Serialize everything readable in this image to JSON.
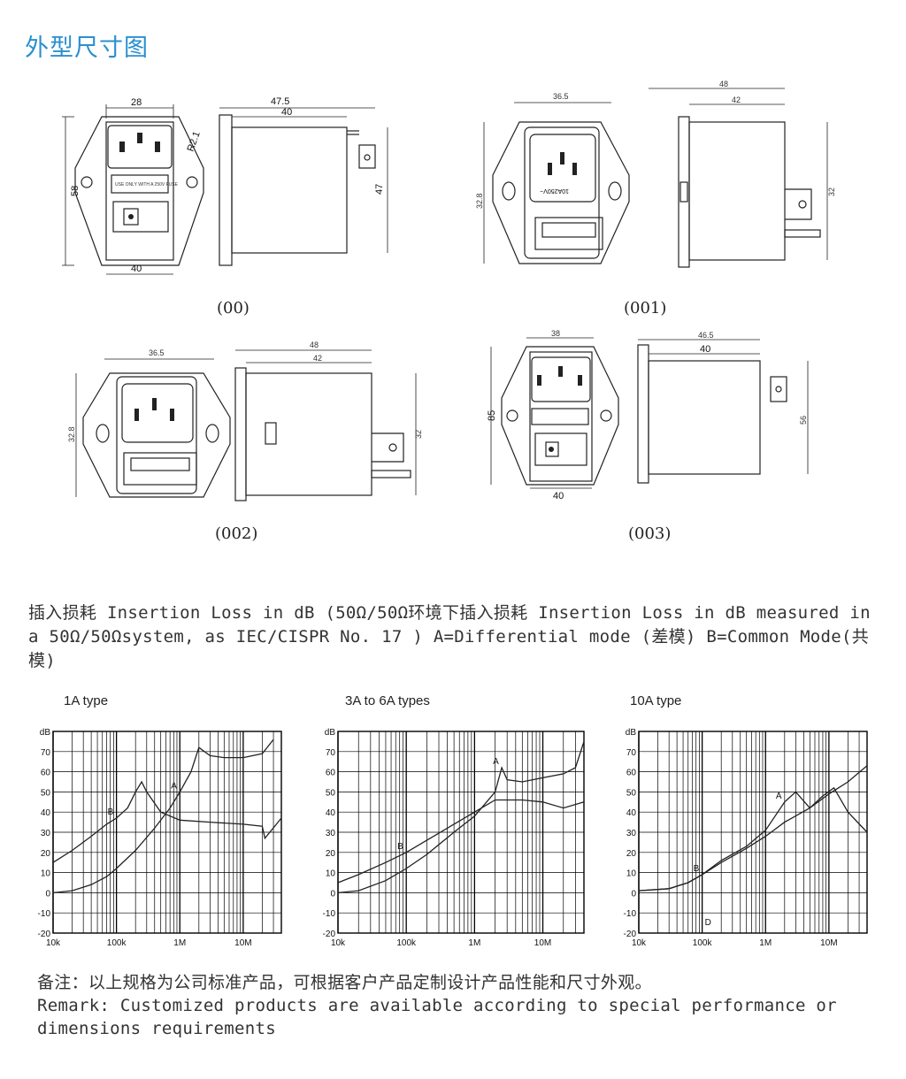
{
  "page_title": "外型尺寸图",
  "drawings": [
    {
      "caption": "(00)",
      "dims": {
        "w_front": "28",
        "w_side_total": "47.5",
        "w_side_body": "40",
        "h_flange": "58",
        "h_body": "47",
        "radius": "R2.1",
        "w_bottom": "40"
      }
    },
    {
      "caption": "(001)",
      "dims": {
        "w_front": "36.5",
        "w_side_total": "48",
        "w_side_body": "42",
        "h_front": "32.8",
        "h_side": "32"
      }
    },
    {
      "caption": "(002)",
      "dims": {
        "w_front": "36.5",
        "w_side_total": "48",
        "w_side_body": "42",
        "h_front": "32.8",
        "h_side": "32"
      }
    },
    {
      "caption": "(003)",
      "dims": {
        "w_front": "38",
        "h_front": "85",
        "w_bottom": "40",
        "w_side_total": "46.5",
        "w_side_body": "40",
        "h_side": "56"
      }
    }
  ],
  "labels": {
    "fuse_text": "USE ONLY WITH A 250V FUSE",
    "rating_text": "10A250V~"
  },
  "insertion_loss_text": "插入损耗 Insertion Loss in dB (50Ω/50Ω环境下插入损耗 Insertion Loss in dB measured in a 50Ω/50Ωsystem, as IEC/CISPR No. 17 ) A=Differential mode (差模) B=Common Mode(共模)",
  "chart_data": [
    {
      "type": "line",
      "title": "1A type",
      "ylabel": "dB",
      "x_scale": "log",
      "xlim": [
        "10k",
        "40M"
      ],
      "x_ticks": [
        "10k",
        "100k",
        "1M",
        "10M"
      ],
      "ylim": [
        -20,
        80
      ],
      "y_ticks": [
        "70",
        "60",
        "50",
        "40",
        "30",
        "20",
        "10",
        "0",
        "-10",
        "-20"
      ],
      "grid": true,
      "series": [
        {
          "name": "A",
          "x_hz": [
            10000,
            20000,
            40000,
            70000,
            100000,
            200000,
            400000,
            700000,
            1000000,
            1500000,
            2000000,
            3000000,
            5000000,
            10000000,
            20000000,
            30000000
          ],
          "values": [
            0,
            1,
            4,
            8,
            12,
            21,
            32,
            42,
            50,
            60,
            72,
            68,
            67,
            67,
            69,
            76
          ]
        },
        {
          "name": "B",
          "x_hz": [
            10000,
            20000,
            40000,
            70000,
            100000,
            150000,
            200000,
            250000,
            300000,
            500000,
            1000000,
            3000000,
            10000000,
            20000000,
            22000000,
            40000000
          ],
          "values": [
            15,
            21,
            28,
            34,
            37,
            42,
            50,
            55,
            50,
            40,
            36,
            35,
            34,
            33,
            27,
            37
          ]
        }
      ]
    },
    {
      "type": "line",
      "title": "3A to 6A types",
      "ylabel": "dB",
      "x_scale": "log",
      "xlim": [
        "10k",
        "40M"
      ],
      "x_ticks": [
        "10k",
        "100k",
        "1M",
        "10M"
      ],
      "ylim": [
        -20,
        80
      ],
      "y_ticks": [
        "70",
        "60",
        "50",
        "40",
        "30",
        "20",
        "10",
        "0",
        "-10",
        "-20"
      ],
      "grid": true,
      "series": [
        {
          "name": "A",
          "x_hz": [
            10000,
            20000,
            50000,
            100000,
            200000,
            500000,
            1000000,
            2000000,
            2500000,
            3000000,
            5000000,
            10000000,
            20000000,
            30000000,
            40000000
          ],
          "values": [
            0,
            1,
            6,
            12,
            19,
            30,
            38,
            50,
            62,
            56,
            55,
            57,
            59,
            62,
            75
          ]
        },
        {
          "name": "B",
          "x_hz": [
            10000,
            20000,
            50000,
            100000,
            200000,
            500000,
            1000000,
            2000000,
            5000000,
            10000000,
            20000000,
            40000000
          ],
          "values": [
            5,
            9,
            15,
            20,
            26,
            34,
            40,
            46,
            46,
            45,
            42,
            45
          ]
        }
      ]
    },
    {
      "type": "line",
      "title": "10A type",
      "ylabel": "dB",
      "x_scale": "log",
      "xlim": [
        "10k",
        "40M"
      ],
      "x_ticks": [
        "10k",
        "100k",
        "1M",
        "10M"
      ],
      "ylim": [
        -20,
        80
      ],
      "y_ticks": [
        "70",
        "60",
        "50",
        "40",
        "30",
        "20",
        "10",
        "0",
        "-10",
        "-20"
      ],
      "grid": true,
      "annotations": [
        "D"
      ],
      "series": [
        {
          "name": "A",
          "x_hz": [
            10000,
            30000,
            60000,
            100000,
            200000,
            500000,
            1000000,
            2000000,
            3000000,
            5000000,
            8000000,
            12000000,
            20000000,
            40000000
          ],
          "values": [
            1,
            2,
            5,
            9,
            16,
            23,
            31,
            45,
            50,
            42,
            48,
            52,
            40,
            30
          ]
        },
        {
          "name": "B",
          "x_hz": [
            10000,
            30000,
            60000,
            100000,
            200000,
            500000,
            1000000,
            2000000,
            5000000,
            10000000,
            20000000,
            40000000
          ],
          "values": [
            1,
            2,
            5,
            9,
            15,
            22,
            28,
            35,
            42,
            49,
            55,
            63
          ]
        }
      ]
    }
  ],
  "remark_cn": "备注：以上规格为公司标准产品，可根据客户产品定制设计产品性能和尺寸外观。",
  "remark_en": "Remark: Customized products are available according to special performance or dimensions requirements"
}
